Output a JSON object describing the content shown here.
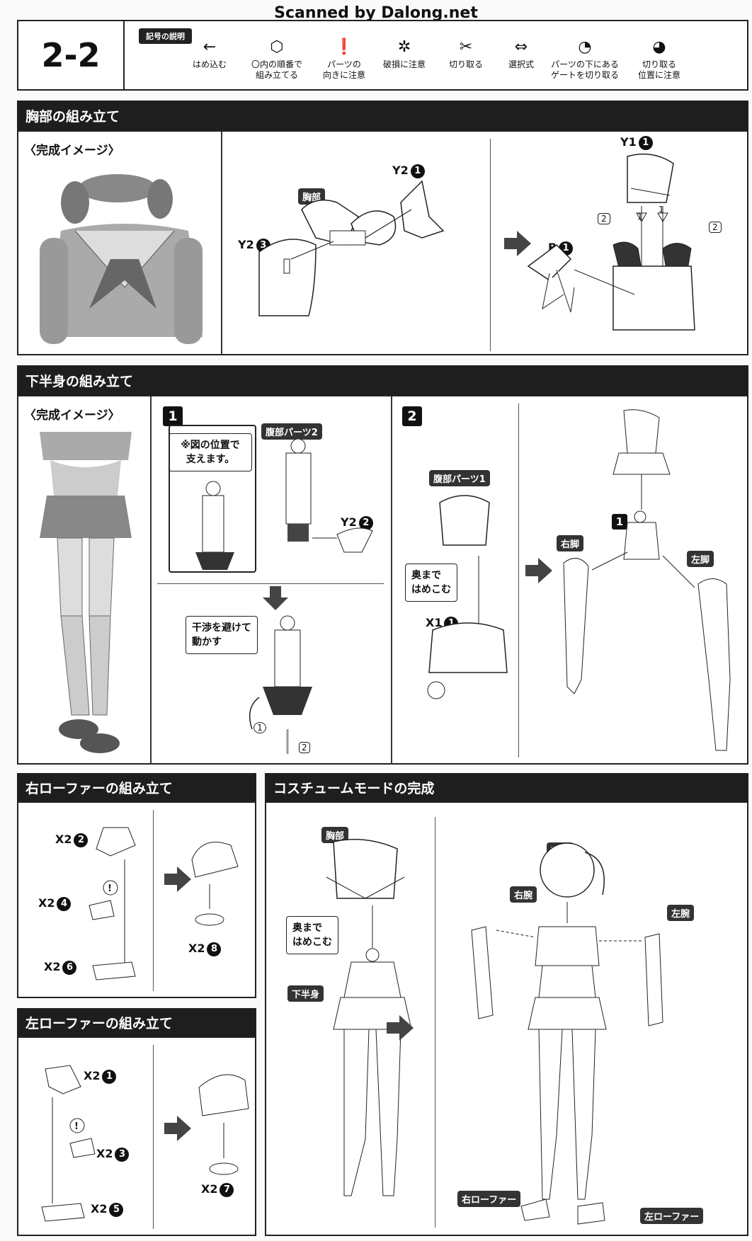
{
  "watermark": "Scanned by Dalong.net",
  "header": {
    "step": "2-2",
    "legend_title": "記号の説明",
    "symbols": [
      {
        "icon": "arrow-left-icon",
        "label": "はめ込む"
      },
      {
        "icon": "hexagon-number-icon",
        "label": "〇内の順番で\n組み立てる"
      },
      {
        "icon": "exclamation-icon",
        "label": "パーツの\n向きに注意"
      },
      {
        "icon": "break-warning-icon",
        "label": "破損に注意"
      },
      {
        "icon": "scissors-icon",
        "label": "切り取る"
      },
      {
        "icon": "choice-arrows-icon",
        "label": "選択式"
      },
      {
        "icon": "gate-cut-icon",
        "label": "パーツの下にある\nゲートを切り取る"
      },
      {
        "icon": "cut-position-icon",
        "label": "切り取る\n位置に注意"
      }
    ]
  },
  "chest": {
    "title": "胸部の組み立て",
    "image_label": "〈完成イメージ〉",
    "part_chest": "胸部",
    "y2_1": "Y2",
    "y2_1_num": "1",
    "y2_3": "Y2",
    "y2_3_num": "3",
    "y1_1": "Y1",
    "y1_1_num": "1",
    "b1": "B",
    "b1_num": "1",
    "order_1": "1",
    "order_2": "2"
  },
  "lower": {
    "title": "下半身の組み立て",
    "image_label": "〈完成イメージ〉",
    "step1": "1",
    "step2": "2",
    "note_support": "※図の位置で\n支えます。",
    "abdomen2": "腹部パーツ2",
    "y2_2": "Y2",
    "y2_2_num": "2",
    "avoid": "干渉を避けて\n動かす",
    "abdomen1": "腹部パーツ1",
    "press_deep": "奥まで\nはめこむ",
    "x1_1": "X1",
    "x1_1_num": "1",
    "right_leg": "右脚",
    "left_leg": "左脚",
    "order_1": "1",
    "order_2": "2"
  },
  "right_loafer": {
    "title": "右ローファーの組み立て",
    "x2_2": "X2",
    "x2_2_num": "2",
    "x2_4": "X2",
    "x2_4_num": "4",
    "x2_6": "X2",
    "x2_6_num": "6",
    "x2_8": "X2",
    "x2_8_num": "8"
  },
  "left_loafer": {
    "title": "左ローファーの組み立て",
    "x2_1": "X2",
    "x2_1_num": "1",
    "x2_3": "X2",
    "x2_3_num": "3",
    "x2_5": "X2",
    "x2_5_num": "5",
    "x2_7": "X2",
    "x2_7_num": "7"
  },
  "costume": {
    "title": "コスチュームモードの完成",
    "chest": "胸部",
    "press_deep": "奥まで\nはめこむ",
    "lower_body": "下半身",
    "head": "頭部",
    "right_arm": "右腕",
    "left_arm": "左腕",
    "right_loafer": "右ローファー",
    "left_loafer": "左ローファー"
  }
}
